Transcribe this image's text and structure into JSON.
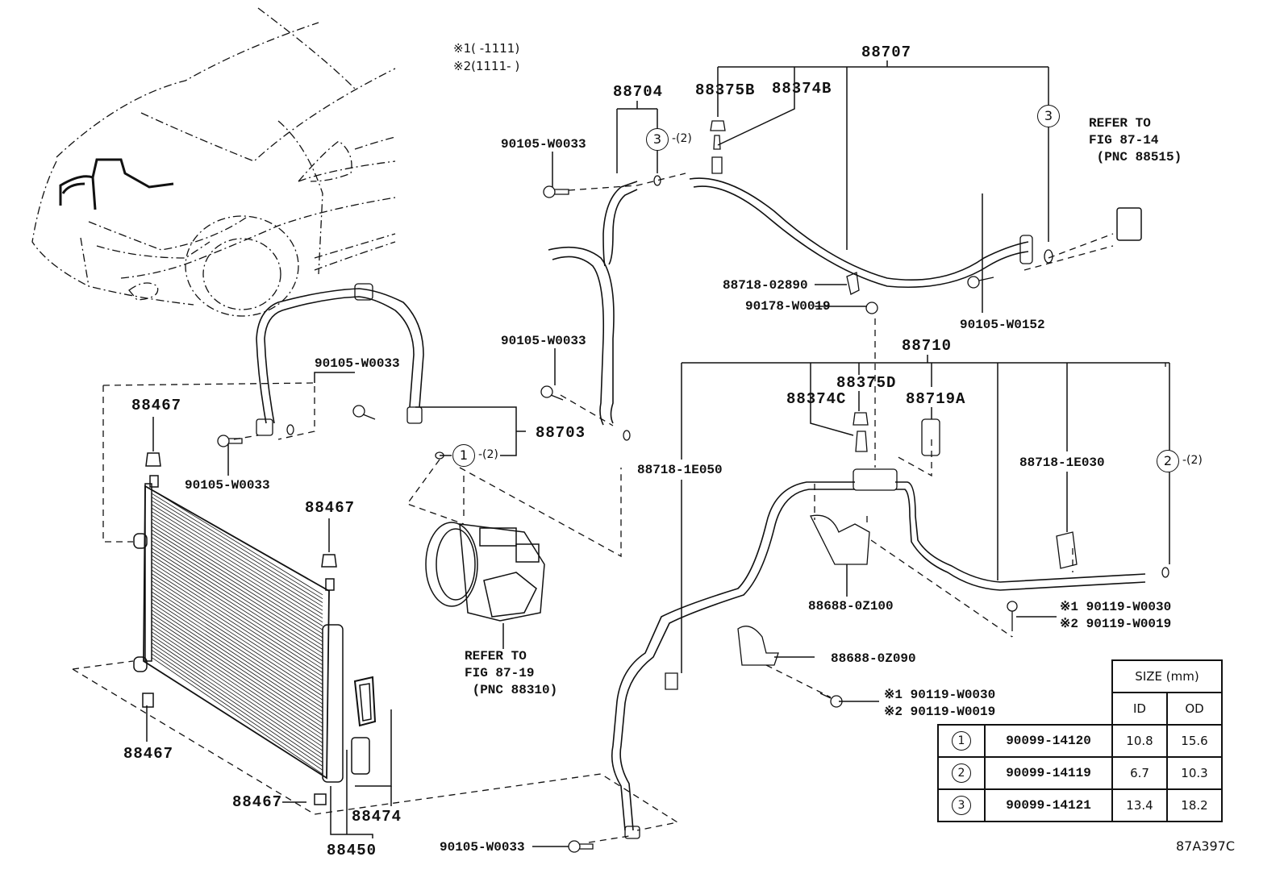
{
  "notes": {
    "note1": "※1(   -1111)",
    "note2": "※2(1111-   )"
  },
  "labels": {
    "p88707": "88707",
    "p88704": "88704",
    "p88375B": "88375B",
    "p88374B": "88374B",
    "p90105_W0033_a": "90105-W0033",
    "p88718_02890": "88718-02890",
    "p90178_W0019": "90178-W0019",
    "p90105_W0152": "90105-W0152",
    "p90105_W0033_b": "90105-W0033",
    "p88710": "88710",
    "p88375D": "88375D",
    "p88374C": "88374C",
    "p88719A": "88719A",
    "p88718_1E050": "88718-1E050",
    "p88718_1E030": "88718-1E030",
    "p88703": "88703",
    "p90105_W0033_c": "90105-W0033",
    "p90105_W0033_d": "90105-W0033",
    "p88467_a": "88467",
    "p88467_b": "88467",
    "p88467_c": "88467",
    "p88467_d": "88467",
    "p88474": "88474",
    "p88450": "88450",
    "p88688_0Z100": "88688-0Z100",
    "p88688_0Z090": "88688-0Z090",
    "p90105_W0033_e": "90105-W0033",
    "bolt1_a": "※1 90119-W0030",
    "bolt2_a": "※2 90119-W0019",
    "bolt1_b": "※1 90119-W0030",
    "bolt2_b": "※2 90119-W0019"
  },
  "references": {
    "ref_evap": "REFER TO\nFIG 87-14\n (PNC 88515)",
    "ref_compressor": "REFER TO\nFIG 87-19\n (PNC 88310)"
  },
  "callouts": {
    "c1": {
      "num": "1",
      "qty": "-(2)"
    },
    "c2": {
      "num": "2",
      "qty": "-(2)"
    },
    "c3a": {
      "num": "3",
      "qty": "-(2)"
    },
    "c3b": {
      "num": "3",
      "qty": ""
    }
  },
  "size_table": {
    "header": "SIZE (mm)",
    "col_id": "ID",
    "col_od": "OD",
    "rows": [
      {
        "ref": "1",
        "part": "90099-14120",
        "id": "10.8",
        "od": "15.6"
      },
      {
        "ref": "2",
        "part": "90099-14119",
        "id": "6.7",
        "od": "10.3"
      },
      {
        "ref": "3",
        "part": "90099-14121",
        "id": "13.4",
        "od": "18.2"
      }
    ]
  },
  "figure_code": "87A397C"
}
